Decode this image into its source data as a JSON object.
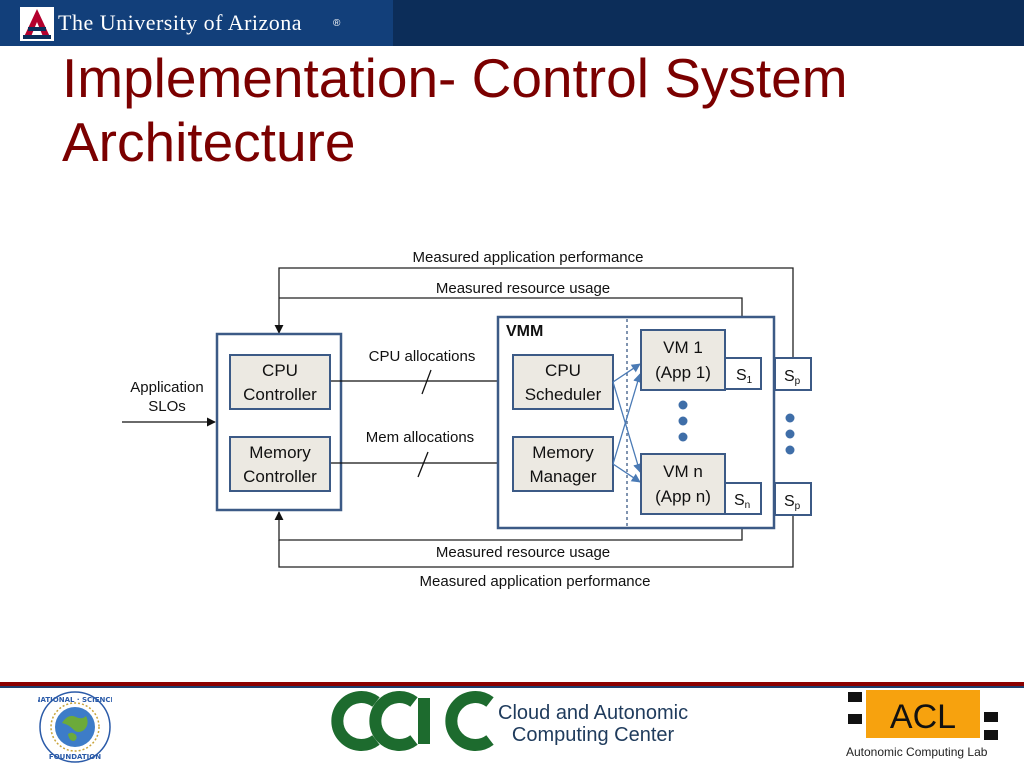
{
  "header": {
    "university": "The University of Arizona",
    "registered": "®"
  },
  "slide": {
    "title_line1": "Implementation- Control System",
    "title_line2": "Architecture"
  },
  "diagram": {
    "top_outer_label": "Measured application performance",
    "top_inner_label": "Measured resource usage",
    "bottom_inner_label": "Measured resource usage",
    "bottom_outer_label": "Measured application performance",
    "input_label_1": "Application",
    "input_label_2": "SLOs",
    "cpu_controller_1": "CPU",
    "cpu_controller_2": "Controller",
    "mem_controller_1": "Memory",
    "mem_controller_2": "Controller",
    "cpu_alloc": "CPU allocations",
    "mem_alloc": "Mem allocations",
    "vmm": "VMM",
    "cpu_sched_1": "CPU",
    "cpu_sched_2": "Scheduler",
    "mem_mgr_1": "Memory",
    "mem_mgr_2": "Manager",
    "vm1_1": "VM 1",
    "vm1_2": "(App 1)",
    "vmn_1": "VM n",
    "vmn_2": "(App n)",
    "s1": "S",
    "s1_sub": "1",
    "sn": "S",
    "sn_sub": "n",
    "sp1": "S",
    "sp1_sub": "p",
    "sp2": "S",
    "sp2_sub": "p"
  },
  "footer": {
    "cac_line1": "Cloud and Autonomic",
    "cac_line2": "Computing Center",
    "acl_logo": "ACL",
    "acl_caption": "Autonomic Computing Lab",
    "nsf_ring": "NATIONAL SCIENCE FOUNDATION"
  },
  "colors": {
    "banner": "#0c2d59",
    "title": "#7b0000",
    "box_border": "#3c5a86",
    "box_fill": "#ece9e2",
    "arrow_blue": "#4a7ab5",
    "acl_orange": "#f7a20e"
  }
}
